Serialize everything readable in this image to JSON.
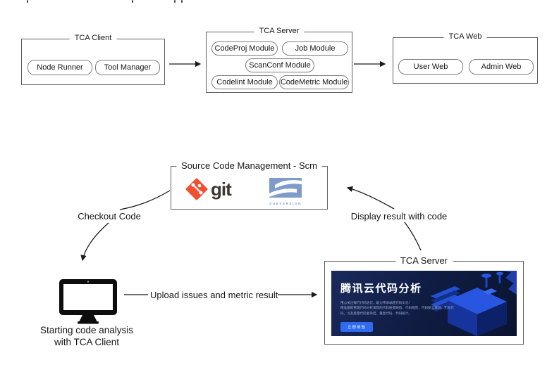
{
  "flow_top": {
    "client": {
      "title": "TCA Client",
      "module1": "Node Runner",
      "module2": "Tool Manager"
    },
    "server": {
      "title": "TCA Server",
      "rows": [
        [
          "CodeProj Module",
          "Job Module"
        ],
        [
          "ScanConf Module"
        ],
        [
          "Codelint Module",
          "CodeMetric Module"
        ]
      ]
    },
    "web": {
      "title": "TCA Web",
      "module1": "User Web",
      "module2": "Admin Web"
    }
  },
  "flow_bottom": {
    "scm_title": "Source Code Management - Scm",
    "git_label": "git",
    "svn_label": "SUBVERSION",
    "checkout_label": "Checkout Code",
    "upload_label": "Upload issues and metric result",
    "display_label": "Display result with code",
    "client_caption": [
      "Starting code analysis",
      "with TCA Client"
    ],
    "server_box_title": "TCA Server",
    "banner": {
      "title": "腾讯云代码分析",
      "lines": [
        "用心关注每行代码迭代，助力传承卓越代码文化！",
        "精准跟踪管理代码分析发现的代码质量缺陷、代码规范、代码安全漏洞、无效代",
        "码，以及度量代码复杂度、重复代码、代码统计。"
      ],
      "button_label": "立即体验"
    }
  },
  "colors": {
    "git_orange": "#f05133",
    "svn_blue": "#7f9cc9",
    "banner_bg": "#101d45",
    "banner_button": "#2e6bf0",
    "arrow": "#1a1a1a"
  }
}
